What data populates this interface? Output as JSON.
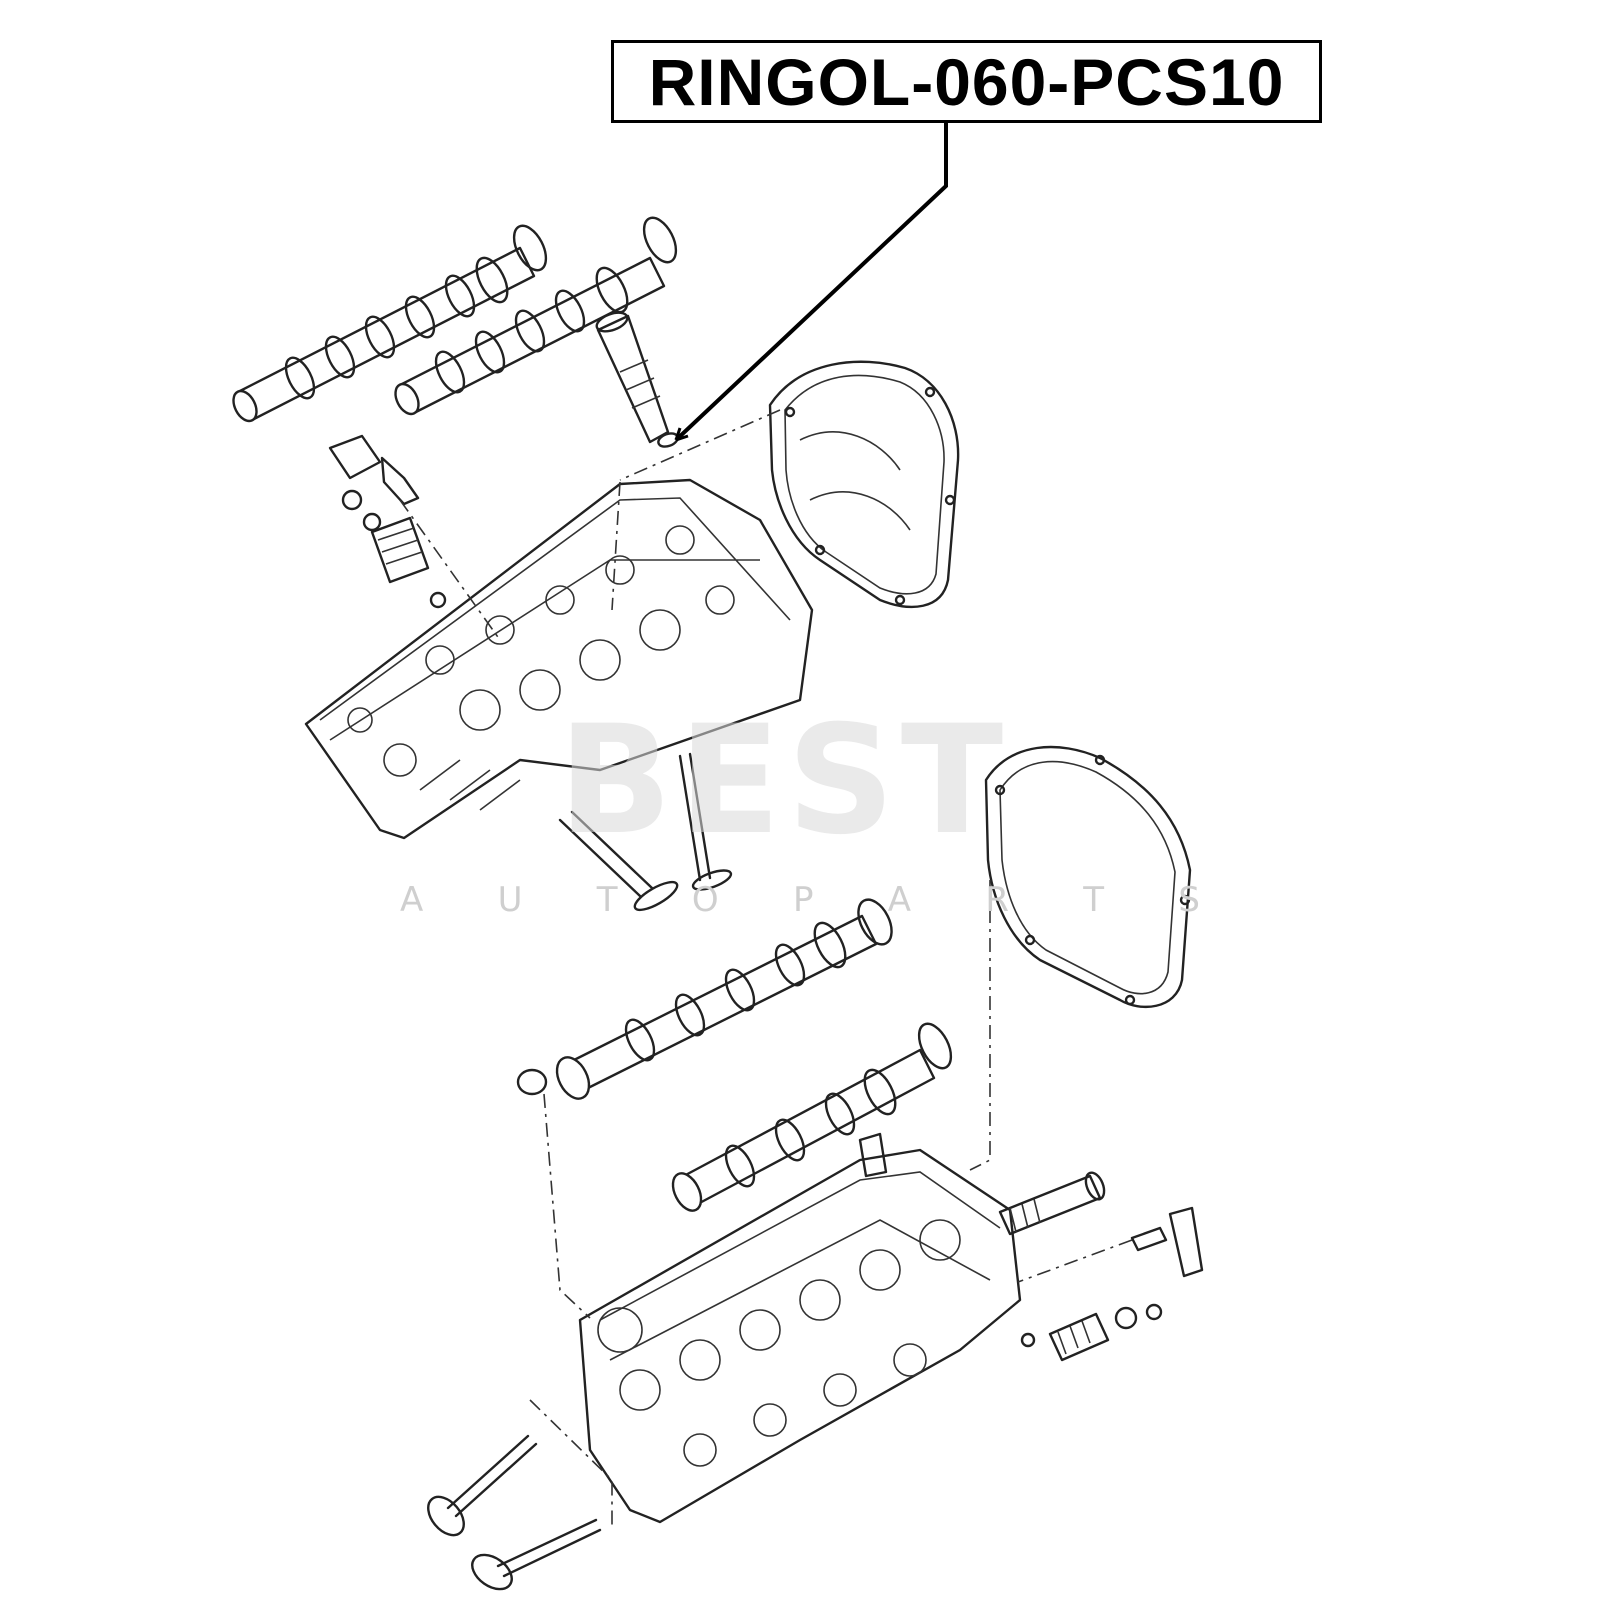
{
  "part_number": "RINGOL-060-PCS10",
  "watermark": {
    "brand": "BEST",
    "tagline_letters": [
      "A",
      "U",
      "T",
      "O",
      "P",
      "A",
      "R",
      "T",
      "S"
    ]
  },
  "colors": {
    "line": "#222222",
    "watermark": "#d9d9d9",
    "background": "#ffffff"
  }
}
